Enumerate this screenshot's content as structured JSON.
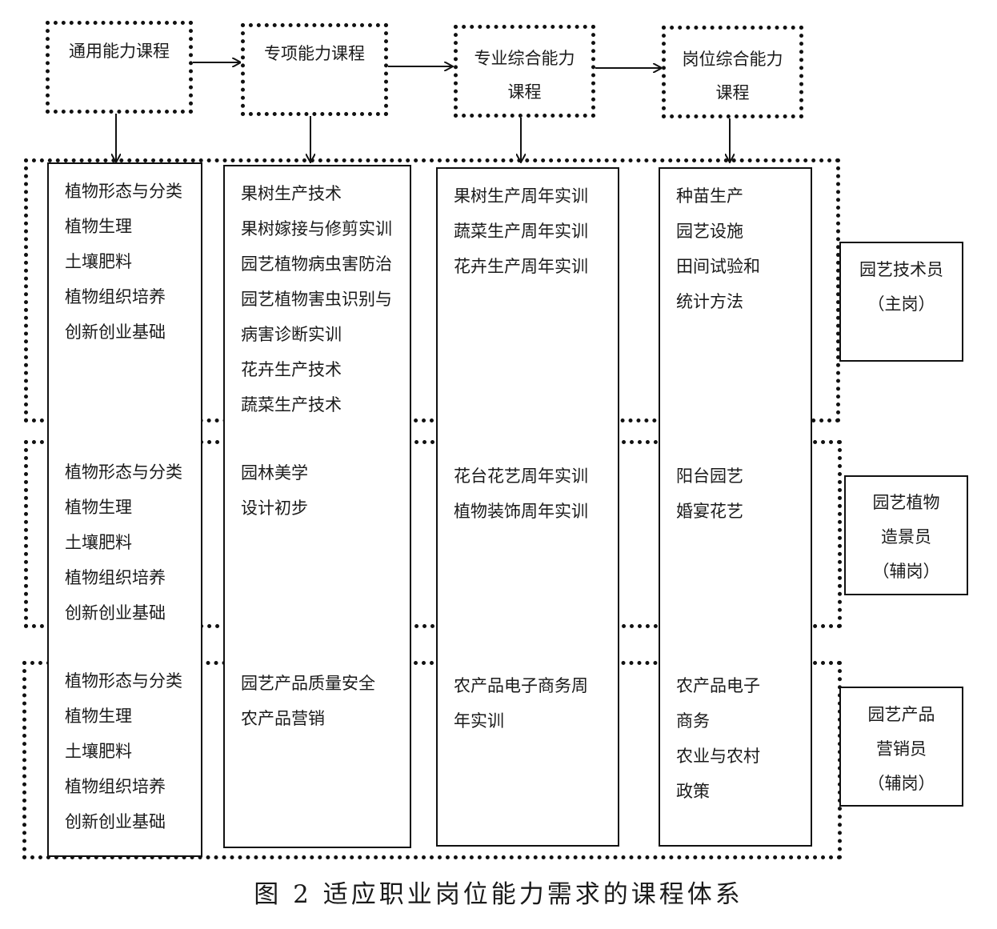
{
  "top_boxes": [
    {
      "lines": [
        "通用能力课程"
      ]
    },
    {
      "lines": [
        "专项能力课程"
      ]
    },
    {
      "lines": [
        "专业综合能力",
        "课程"
      ]
    },
    {
      "lines": [
        "岗位综合能力",
        "课程"
      ]
    }
  ],
  "columns": [
    {
      "blocks": [
        [
          "植物形态与分类",
          "植物生理",
          "土壤肥料",
          "植物组织培养",
          "创新创业基础"
        ],
        [
          "植物形态与分类",
          "植物生理",
          "土壤肥料",
          "植物组织培养",
          "创新创业基础"
        ],
        [
          "植物形态与分类",
          "植物生理",
          "土壤肥料",
          "植物组织培养",
          "创新创业基础"
        ]
      ]
    },
    {
      "blocks": [
        [
          "果树生产技术",
          "果树嫁接与修剪实训",
          "园艺植物病虫害防治",
          "园艺植物害虫识别与",
          "病害诊断实训",
          "花卉生产技术",
          "蔬菜生产技术"
        ],
        [
          "园林美学",
          "设计初步"
        ],
        [
          "园艺产品质量安全",
          "农产品营销"
        ]
      ]
    },
    {
      "blocks": [
        [
          "果树生产周年实训",
          "蔬菜生产周年实训",
          "花卉生产周年实训"
        ],
        [
          "花台花艺周年实训",
          "植物装饰周年实训"
        ],
        [
          "农产品电子商务周",
          "年实训"
        ]
      ]
    },
    {
      "blocks": [
        [
          "种苗生产",
          "园艺设施",
          "田间试验和",
          "统计方法"
        ],
        [
          "阳台园艺",
          "婚宴花艺"
        ],
        [
          "农产品电子",
          "商务",
          "农业与农村",
          "政策"
        ]
      ]
    }
  ],
  "roles": [
    {
      "lines": [
        "园艺技术员",
        "（主岗）"
      ]
    },
    {
      "lines": [
        "园艺植物",
        "造景员",
        "（辅岗）"
      ]
    },
    {
      "lines": [
        "园艺产品",
        "营销员",
        "（辅岗）"
      ]
    }
  ],
  "caption": "图 2  适应职业岗位能力需求的课程体系"
}
